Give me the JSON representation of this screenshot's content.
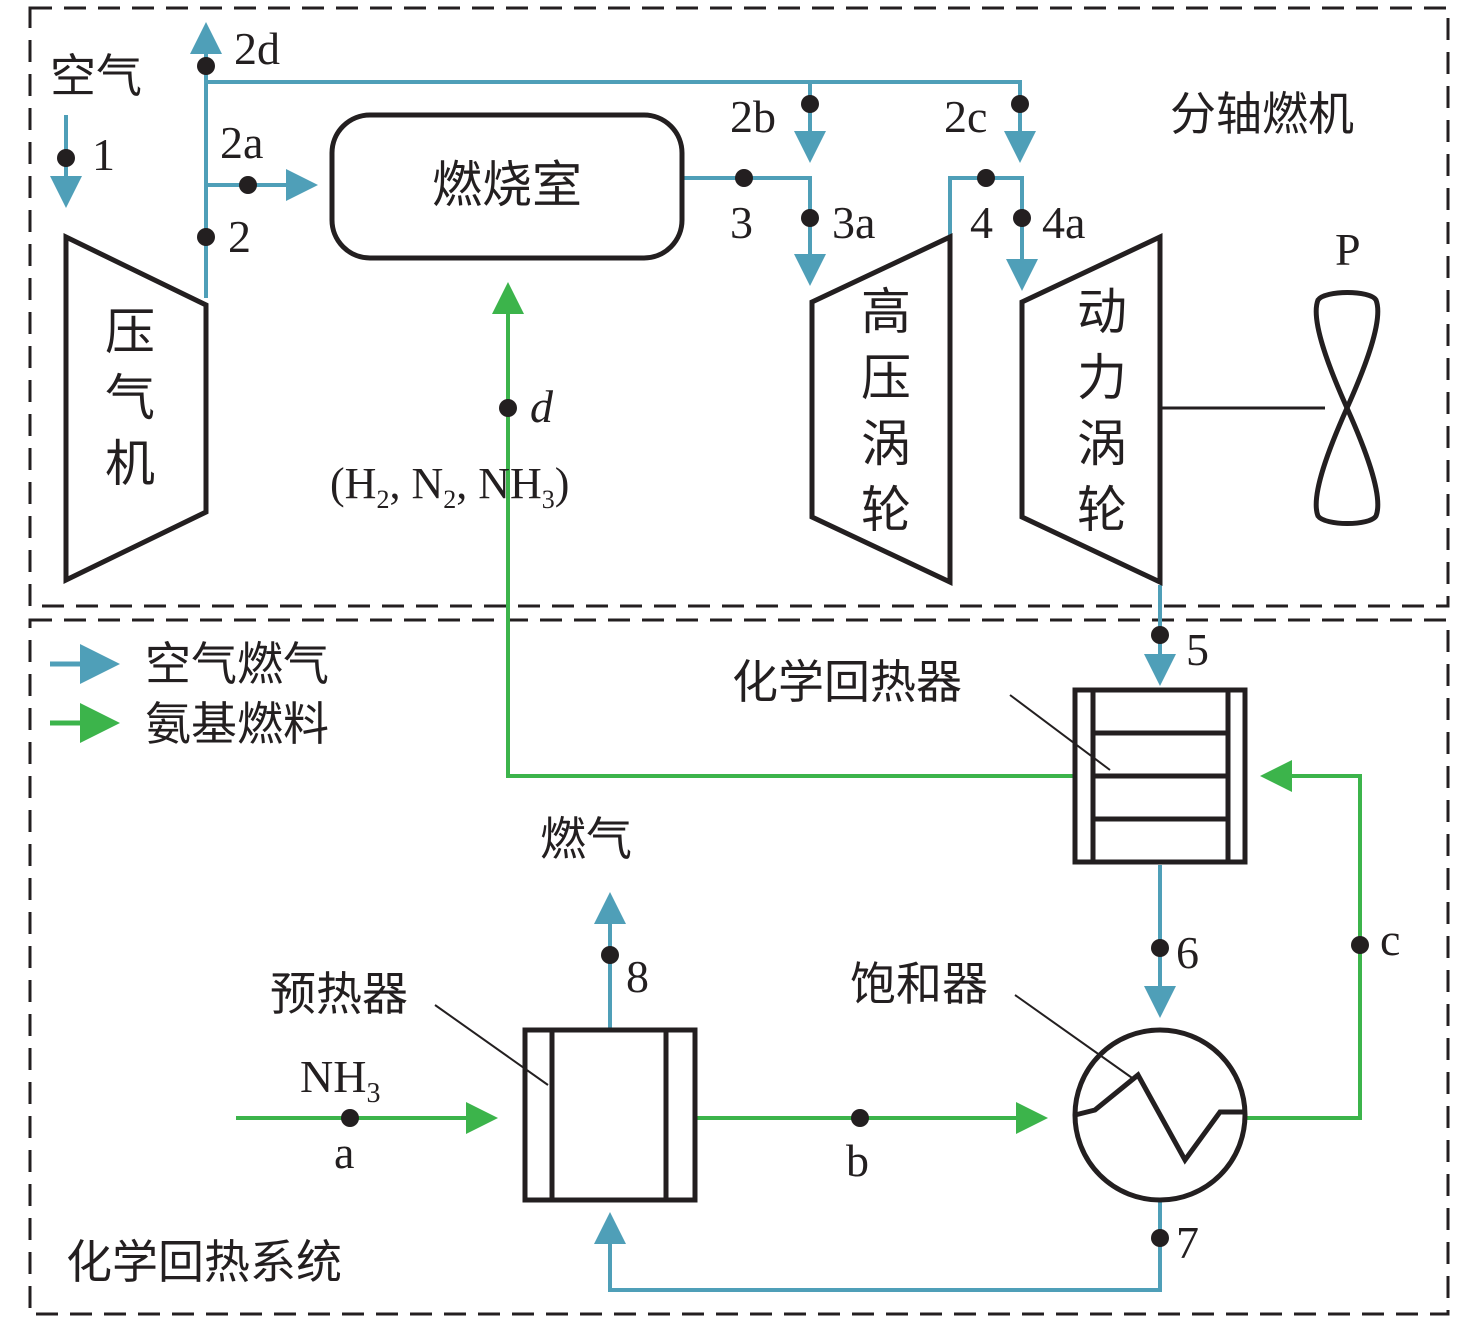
{
  "colors": {
    "air_gas": "#4f9fb8",
    "ammonia_fuel": "#3cb44b",
    "outline": "#231f20"
  },
  "regions": {
    "top": "分轴燃机",
    "bottom": "化学回热系统"
  },
  "legend": [
    {
      "label": "空气燃气",
      "color": "#4f9fb8"
    },
    {
      "label": "氨基燃料",
      "color": "#3cb44b"
    }
  ],
  "components": {
    "compressor": "压气机",
    "combustor": "燃烧室",
    "hp_turbine": "高压涡轮",
    "power_turbine": "动力涡轮",
    "load": "P",
    "chemical_recuperator": "化学回热器",
    "preheater": "预热器",
    "saturator": "饱和器"
  },
  "streams": {
    "air_in": "空气",
    "flue_gas_out": "燃气",
    "nh3_in": "NH",
    "nh3_sub": "3",
    "fuel_composition": {
      "open": "(H",
      "h_sub": "2",
      "mid1": ", N",
      "n_sub": "2",
      "mid2": ", NH",
      "nh_sub": "3",
      "close": ")"
    }
  },
  "state_points": {
    "p1": "1",
    "p2": "2",
    "p2a": "2a",
    "p2b": "2b",
    "p2c": "2c",
    "p2d": "2d",
    "p3": "3",
    "p3a": "3a",
    "p4": "4",
    "p4a": "4a",
    "p5": "5",
    "p6": "6",
    "p7": "7",
    "p8": "8",
    "pa": "a",
    "pb": "b",
    "pc": "c",
    "pd": "d"
  }
}
